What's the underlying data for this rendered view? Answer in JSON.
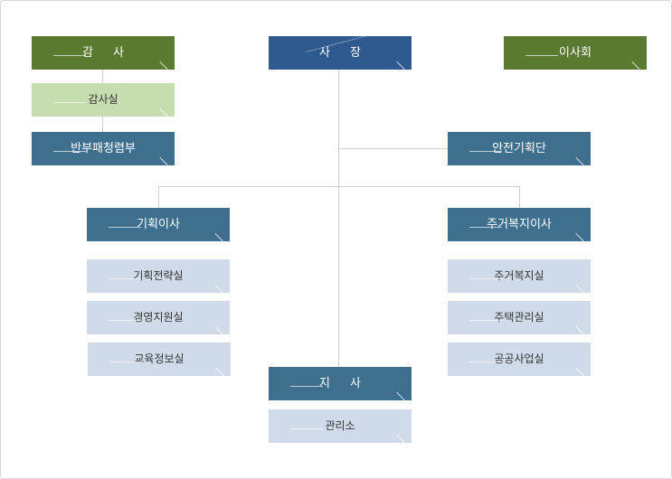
{
  "org": {
    "president": "사 장",
    "audit": "감 사",
    "audit_office": "감사실",
    "board": "이사회",
    "anti_corruption": "반부패청렴부",
    "safety_planning": "안전기획단",
    "planning_director": "기획이사",
    "planning_depts": [
      "기획전략실",
      "경영지원실",
      "교육정보실"
    ],
    "housing_director": "주거복지이사",
    "housing_depts": [
      "주거복지실",
      "주택관리실",
      "공공사업실"
    ],
    "branch": "지 사",
    "branch_office": "관리소"
  }
}
